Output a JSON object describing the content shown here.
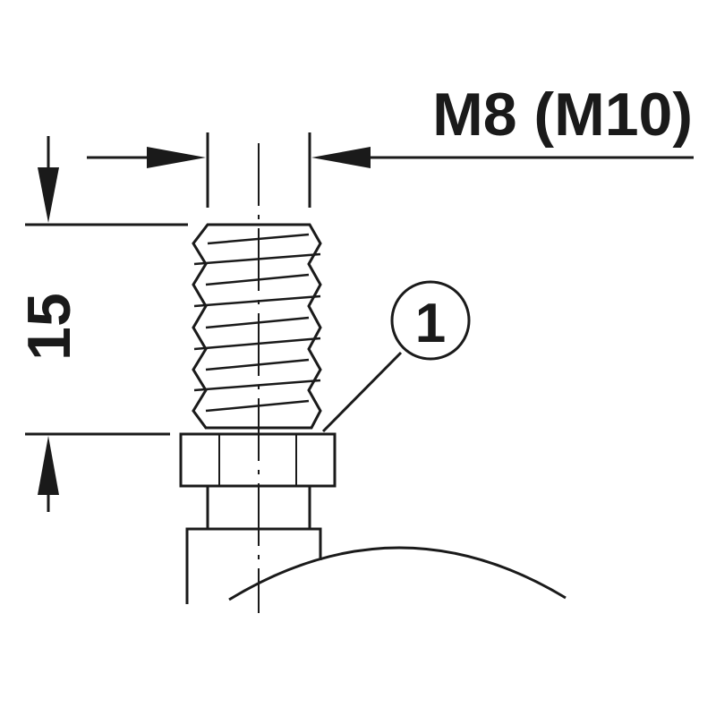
{
  "diagram": {
    "size_label": "M8 (M10)",
    "length_label": "15",
    "callout_number": "1"
  },
  "colors": {
    "ink": "#1a1a1a",
    "background": "#ffffff"
  }
}
